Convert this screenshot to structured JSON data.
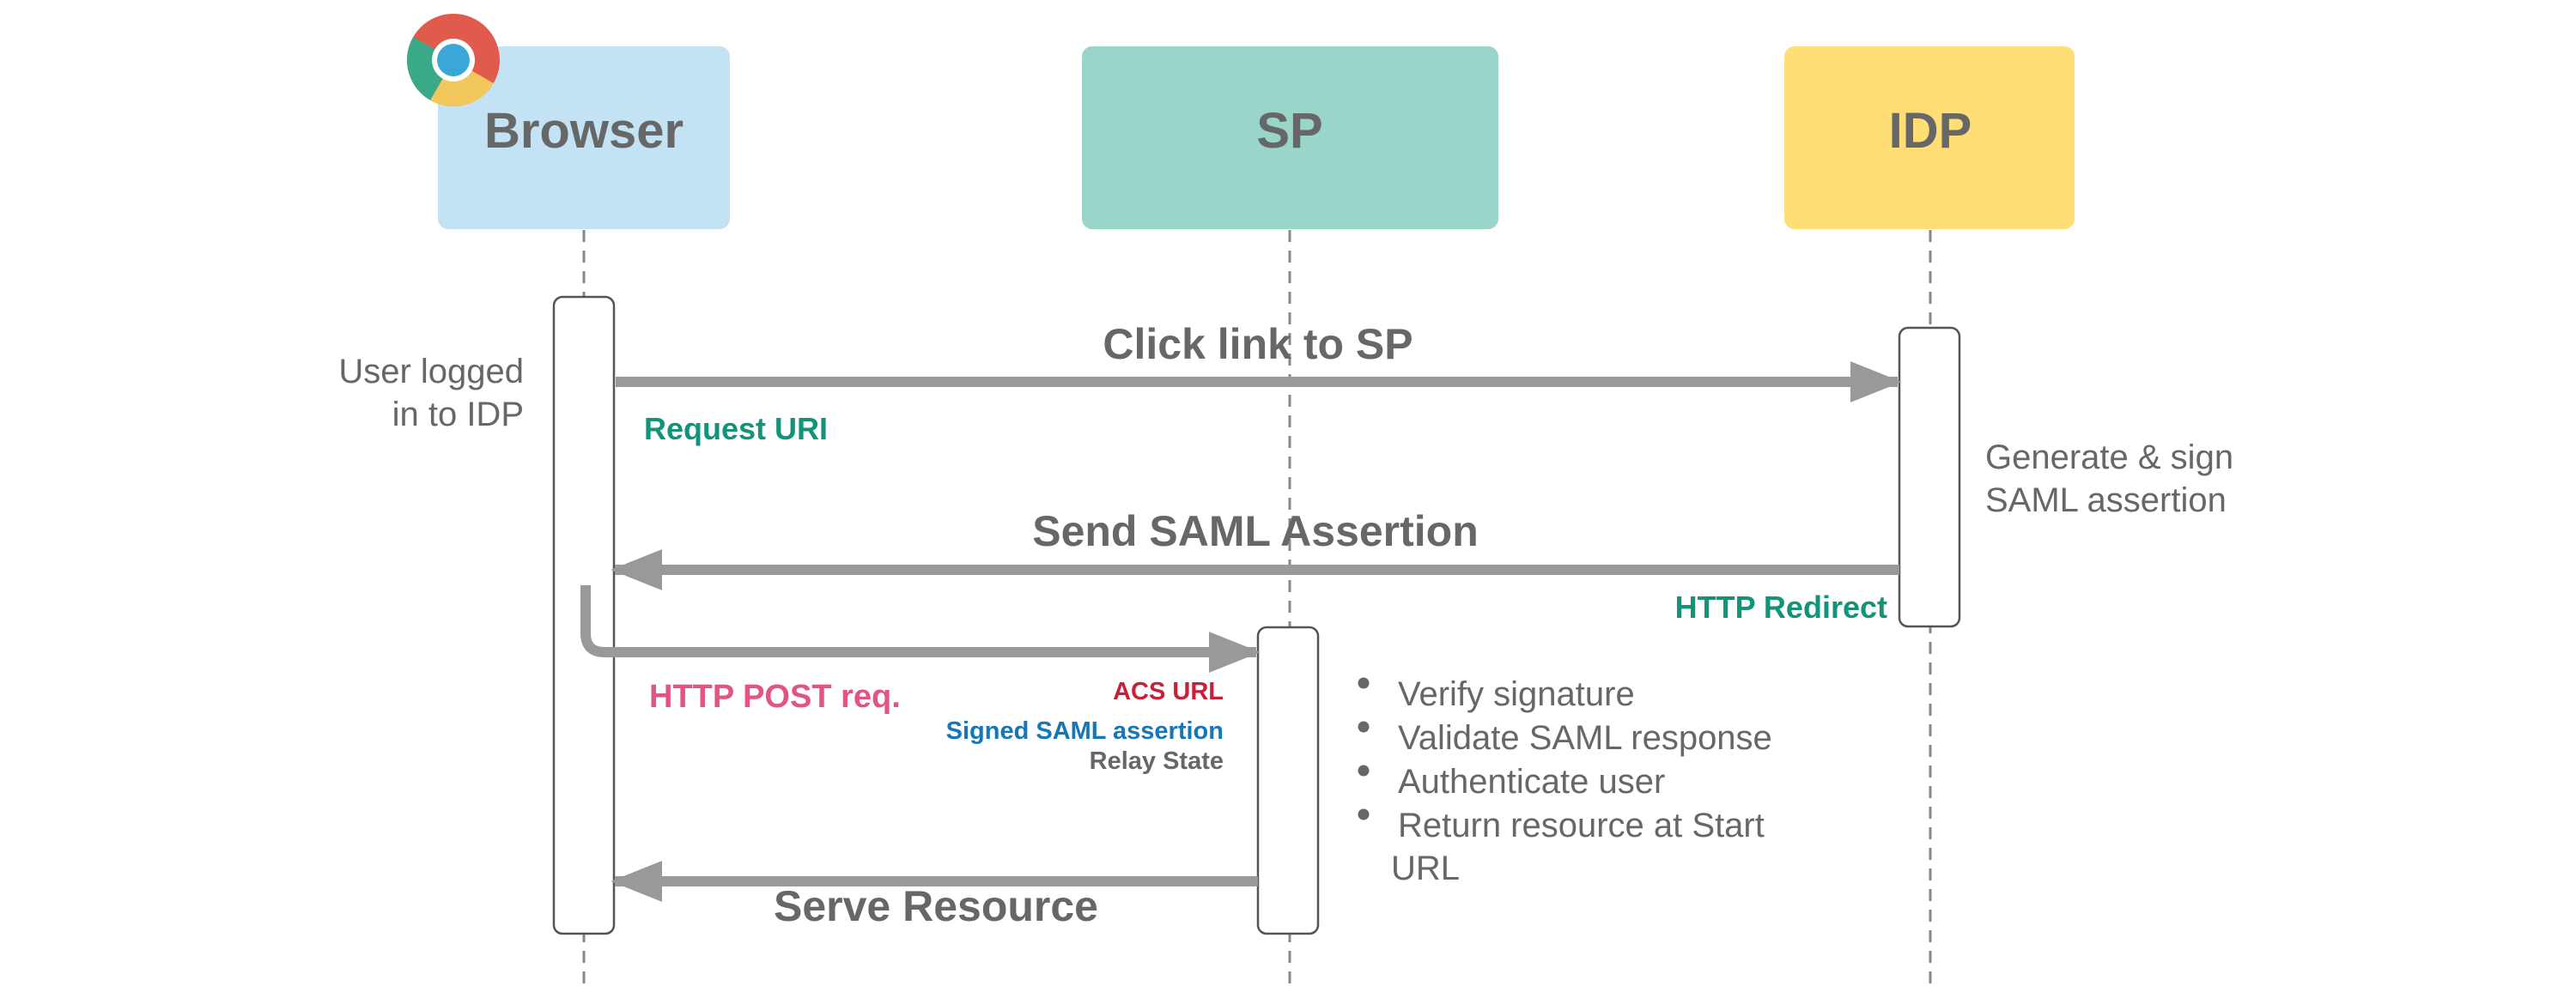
{
  "colors": {
    "browser_box": "#c3e3f5",
    "sp_box": "#9ad5c9",
    "idp_box": "#ffde75",
    "text_gray": "#676767",
    "arrow_gray": "#999999",
    "lifeline": "#888888",
    "teal_label": "#13937a",
    "pink_label": "#e05583",
    "red_label": "#c8203a",
    "blue_label": "#1577b7",
    "chrome_red": "#e05b4b",
    "chrome_green": "#3aa987",
    "chrome_yellow": "#f2c75c",
    "chrome_blue": "#3aa7d8"
  },
  "icons": {
    "browser_logo": "chrome-logo-icon"
  },
  "actors": {
    "browser": "Browser",
    "sp": "SP",
    "idp": "IDP"
  },
  "notes": {
    "browser_state": [
      "User logged",
      "in to IDP"
    ],
    "idp_action": [
      "Generate & sign",
      "SAML assertion"
    ],
    "sp_steps": [
      "Verify signature",
      "Validate SAML response",
      "Authenticate user",
      "Return resource at Start",
      "URL"
    ]
  },
  "messages": {
    "click_link": "Click link to SP",
    "request_uri": "Request URI",
    "send_assertion": "Send SAML Assertion",
    "http_redirect": "HTTP Redirect",
    "http_post": "HTTP POST req.",
    "acs_url": "ACS URL",
    "signed_assertion": "Signed SAML assertion",
    "relay_state": "Relay State",
    "serve_resource": "Serve Resource"
  }
}
